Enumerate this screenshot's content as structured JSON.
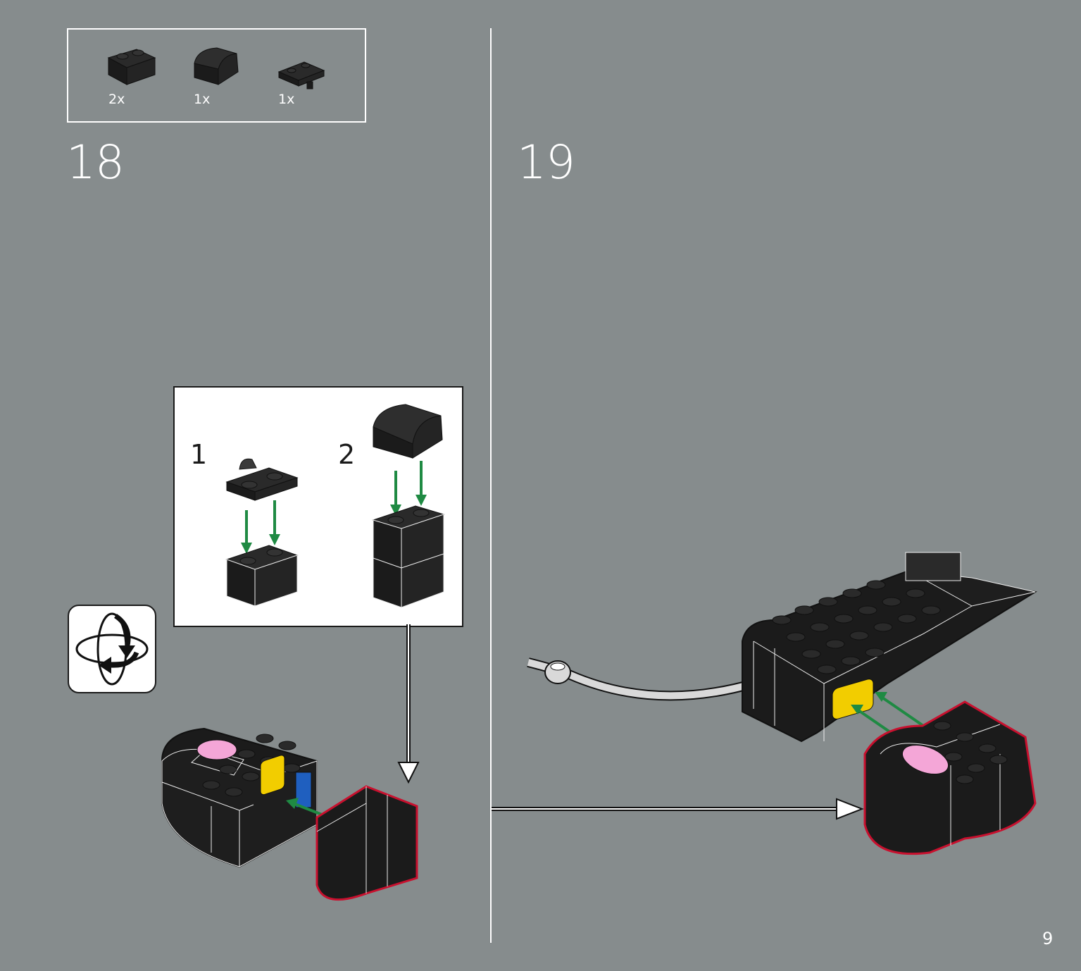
{
  "parts_list": {
    "items": [
      {
        "quantity": "2x",
        "icon": "brick-1x2-icon"
      },
      {
        "quantity": "1x",
        "icon": "curved-slope-icon"
      },
      {
        "quantity": "1x",
        "icon": "plate-with-clip-icon"
      }
    ]
  },
  "steps": [
    {
      "number": "18"
    },
    {
      "number": "19"
    }
  ],
  "callout": {
    "substeps": [
      {
        "number": "1"
      },
      {
        "number": "2"
      }
    ]
  },
  "page": {
    "number": "9"
  },
  "colors": {
    "background": "#868c8d",
    "brick": "#1b1b1b",
    "arrow_green": "#1f8a43",
    "highlight_red": "#c8102e",
    "pink": "#f4a6d7",
    "yellow": "#f2cd00",
    "blue": "#1f5fbf",
    "bar_gray": "#d9d9d9"
  }
}
